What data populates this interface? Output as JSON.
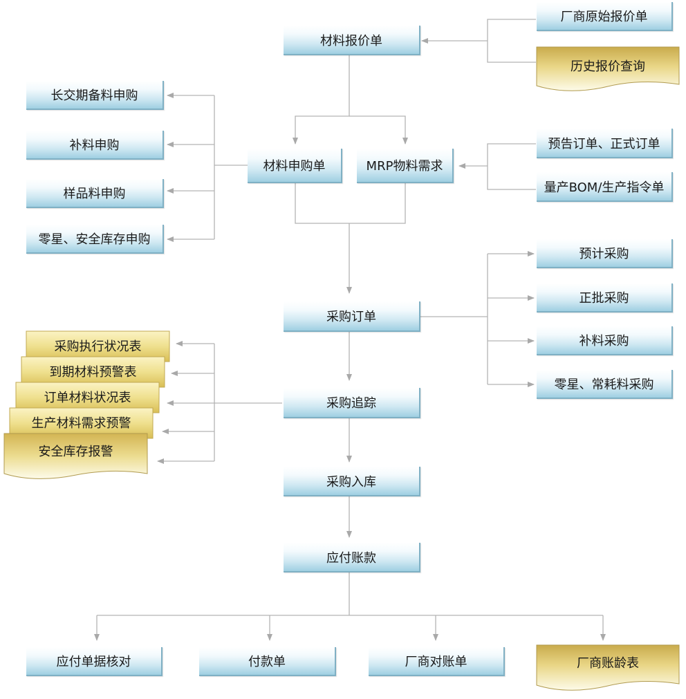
{
  "nodes": {
    "quote": "材料报价单",
    "vendor_quote": "厂商原始报价单",
    "history_quote": "历史报价查询",
    "long_lead": "长交期备料申购",
    "replenish_req": "补料申购",
    "sample_req": "样品料申购",
    "misc_safety_req": "零星、安全库存申购",
    "requisition": "材料申购单",
    "mrp": "MRP物料需求",
    "forecast_orders": "预告订单、正式订单",
    "bom_orders": "量产BOM/生产指令单",
    "estimated_purchase": "预计采购",
    "approved_purchase": "正批采购",
    "replenish_purchase": "补料采购",
    "misc_consumable_purchase": "零星、常耗料采购",
    "po": "采购订单",
    "tracking": "采购追踪",
    "receiving": "采购入库",
    "payable": "应付账款",
    "payable_check": "应付单据核对",
    "payment": "付款单",
    "vendor_statement": "厂商对账单",
    "vendor_aging": "厂商账龄表"
  },
  "reports": [
    "采购执行状况表",
    "到期材料预警表",
    "订单材料状况表",
    "生产材料需求预警",
    "安全库存报警"
  ]
}
